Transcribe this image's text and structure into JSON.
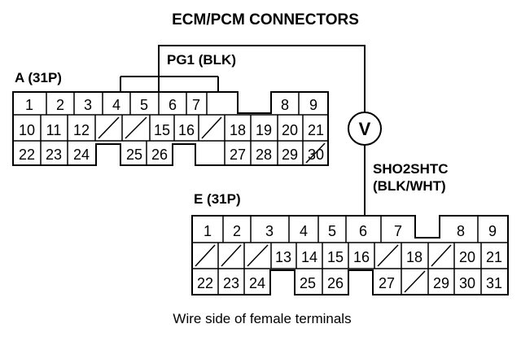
{
  "title": "ECM/PCM CONNECTORS",
  "ground_label": "PG1 (BLK)",
  "signal_label_1": "SHO2SHTC",
  "signal_label_2": "(BLK/WHT)",
  "meter_symbol": "V",
  "caption": "Wire side of female terminals",
  "connectors": [
    {
      "label": "A (31P)",
      "rows": [
        [
          "1",
          "2",
          "3",
          "4",
          "5",
          "6",
          "7",
          "",
          "8",
          "9"
        ],
        [
          "10",
          "11",
          "12",
          "/",
          "/",
          "15",
          "16",
          "/",
          "18",
          "19",
          "20",
          "21"
        ],
        [
          "22",
          "23",
          "24",
          "",
          "25",
          "26",
          "",
          "27",
          "28",
          "29",
          "30",
          "/"
        ]
      ]
    },
    {
      "label": "E (31P)",
      "rows": [
        [
          "1",
          "2",
          "3",
          "4",
          "5",
          "6",
          "7",
          "",
          "8",
          "9"
        ],
        [
          "/",
          "/",
          "/",
          "13",
          "14",
          "15",
          "16",
          "/",
          "18",
          "/",
          "20",
          "21"
        ],
        [
          "22",
          "23",
          "24",
          "",
          "25",
          "26",
          "",
          "27",
          "/",
          "29",
          "30",
          "31"
        ]
      ]
    }
  ]
}
